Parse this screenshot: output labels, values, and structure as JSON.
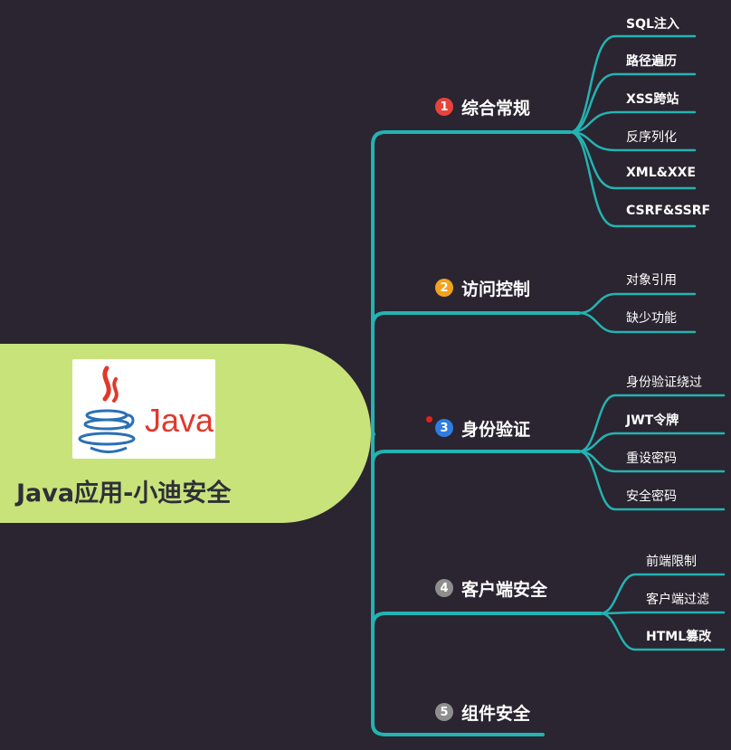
{
  "root": {
    "title": "Java应用-小迪安全",
    "logo_text": "Java",
    "logo_icon": "java-coffee-cup-icon"
  },
  "colors": {
    "line": "#23b3b2",
    "root_fill": "#c8e37a",
    "background": "#2a2530"
  },
  "branches": [
    {
      "number": "1",
      "color": "#e8433a",
      "label": "综合常规",
      "leaves": [
        "SQL注入",
        "路径遍历",
        "XSS跨站",
        "反序列化",
        "XML&XXE",
        "CSRF&SSRF"
      ]
    },
    {
      "number": "2",
      "color": "#f2a21c",
      "label": "访问控制",
      "leaves": [
        "对象引用",
        "缺少功能"
      ]
    },
    {
      "number": "3",
      "color": "#2f7de1",
      "label": "身份验证",
      "leaves": [
        "身份验证绕过",
        "JWT令牌",
        "重设密码",
        "安全密码"
      ]
    },
    {
      "number": "4",
      "color": "#8e8e8e",
      "label": "客户端安全",
      "leaves": [
        "前端限制",
        "客户端过滤",
        "HTML篡改"
      ]
    },
    {
      "number": "5",
      "color": "#8e8e8e",
      "label": "组件安全",
      "leaves": []
    }
  ]
}
